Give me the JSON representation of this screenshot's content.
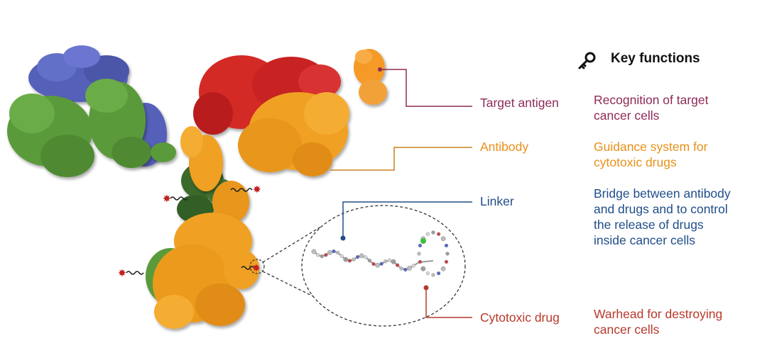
{
  "header": {
    "title": "Key functions",
    "icon": "key-icon"
  },
  "components": [
    {
      "id": "target-antigen",
      "label": "Target antigen",
      "function_lines": [
        "Recognition of target",
        "cancer cells"
      ],
      "color": "#8e2a57"
    },
    {
      "id": "antibody",
      "label": "Antibody",
      "function_lines": [
        "Guidance system for",
        "cytotoxic drugs"
      ],
      "color": "#e8901a"
    },
    {
      "id": "linker",
      "label": "Linker",
      "function_lines": [
        "Bridge between antibody",
        "and drugs and to control",
        "the release of drugs",
        "inside cancer cells"
      ],
      "color": "#1f4e8a"
    },
    {
      "id": "cytotoxic-drug",
      "label": "Cytotoxic drug",
      "function_lines": [
        "Warhead for destroying",
        "cancer cells"
      ],
      "color": "#b8392b"
    }
  ],
  "colors": {
    "heavy_chain": "#f0a020",
    "light_chain_green": "#5a9a3a",
    "variable_blue": "#5560b8",
    "dark_green": "#3a6a2a",
    "antigen_orange": "#f59a28",
    "red_domain": "#d42a26",
    "payload_red": "#c22222"
  }
}
